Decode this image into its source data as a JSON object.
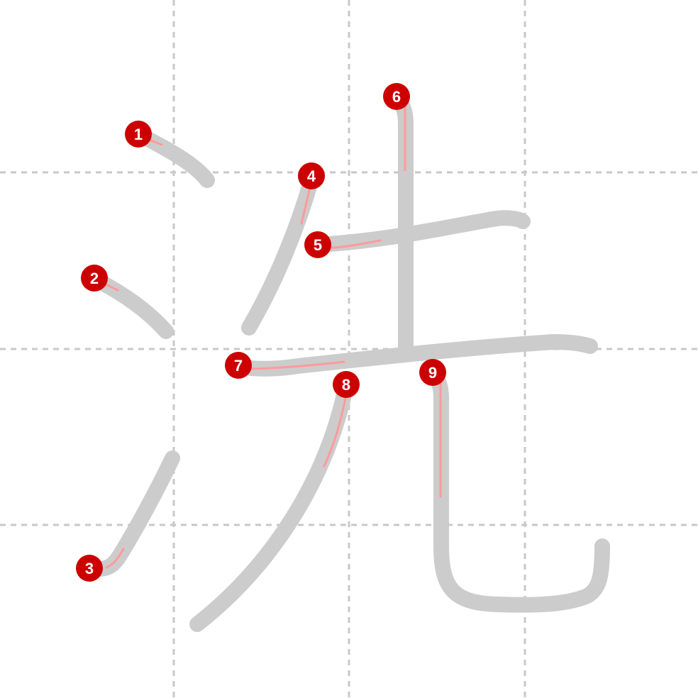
{
  "character": "洗",
  "colors": {
    "background": "#ffffff",
    "grid": "#c8c8c8",
    "stroke": "#cccccc",
    "start_hint": "#ff9a9a",
    "badge": "#cc0000",
    "badge_text": "#ffffff"
  },
  "strokes": [
    {
      "order": "1"
    },
    {
      "order": "2"
    },
    {
      "order": "3"
    },
    {
      "order": "4"
    },
    {
      "order": "5"
    },
    {
      "order": "6"
    },
    {
      "order": "7"
    },
    {
      "order": "8"
    },
    {
      "order": "9"
    }
  ]
}
